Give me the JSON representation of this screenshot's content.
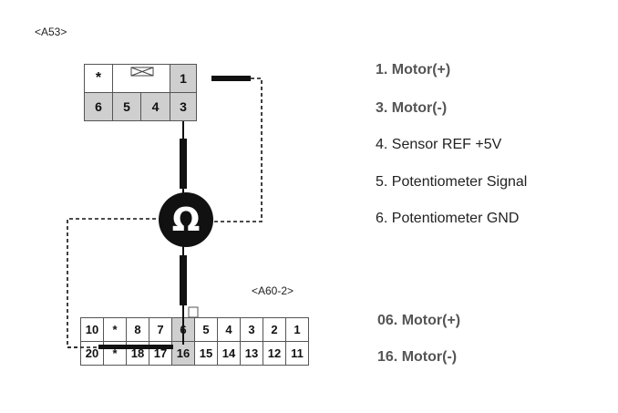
{
  "connectors": {
    "top": {
      "name": "<A53>",
      "star": "*",
      "row1": [
        "1"
      ],
      "row2": [
        "6",
        "5",
        "4",
        "3"
      ]
    },
    "bottom": {
      "name": "<A60-2>",
      "row1": [
        "10",
        "*",
        "8",
        "7",
        "6",
        "5",
        "4",
        "3",
        "2",
        "1"
      ],
      "row2": [
        "20",
        "*",
        "18",
        "17",
        "16",
        "15",
        "14",
        "13",
        "12",
        "11"
      ]
    }
  },
  "component": {
    "symbol": "Ω",
    "icon": "ohm-resistor-icon"
  },
  "legend_top": [
    "1. Motor(+)",
    "3. Motor(-)",
    "4. Sensor REF +5V",
    "5. Potentiometer Signal",
    "6. Potentiometer GND"
  ],
  "legend_bottom": [
    "06. Motor(+)",
    "16. Motor(-)"
  ],
  "colors": {
    "wire": "#111111",
    "pin_highlight": "#cfcfcf",
    "legend_bold": "#555555"
  }
}
